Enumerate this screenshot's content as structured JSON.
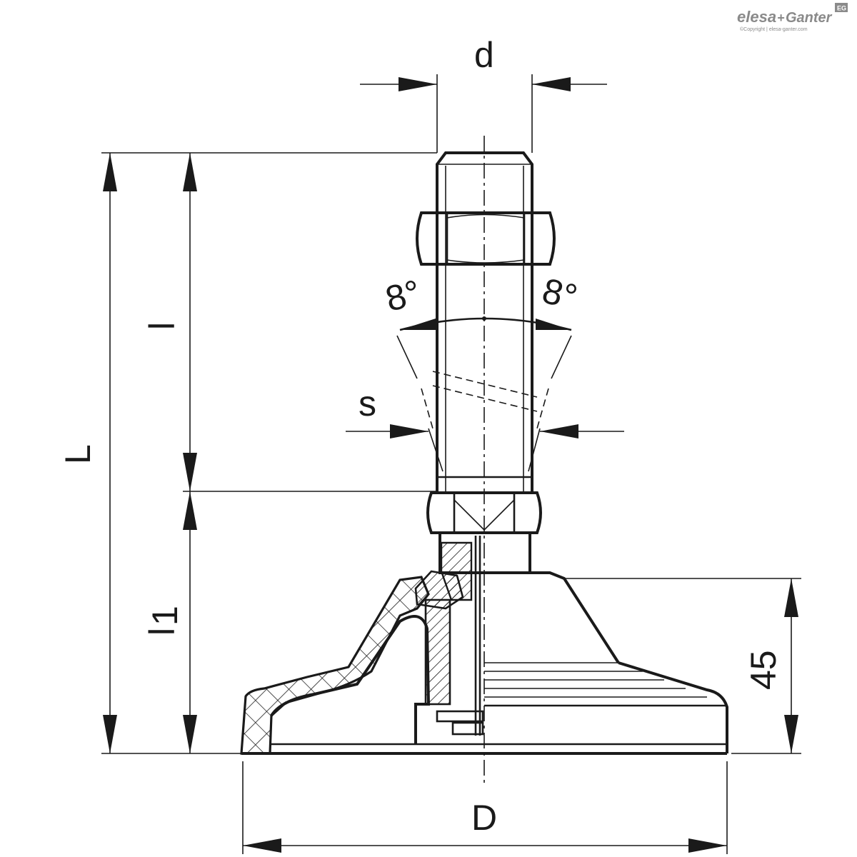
{
  "brand": {
    "name_left": "elesa",
    "plus": "+",
    "name_right": "Ganter",
    "badge": "EG",
    "copyright": "©Copyright | elesa-ganter.com"
  },
  "dimensions": {
    "d": "d",
    "L": "L",
    "l": "l",
    "l1_main": "l",
    "l1_sub": "1",
    "s": "s",
    "angle_left": "8°",
    "angle_right": "8°",
    "height": "45",
    "D": "D"
  },
  "colors": {
    "line": "#1a1a1a",
    "brand": "#8a8a8a"
  }
}
